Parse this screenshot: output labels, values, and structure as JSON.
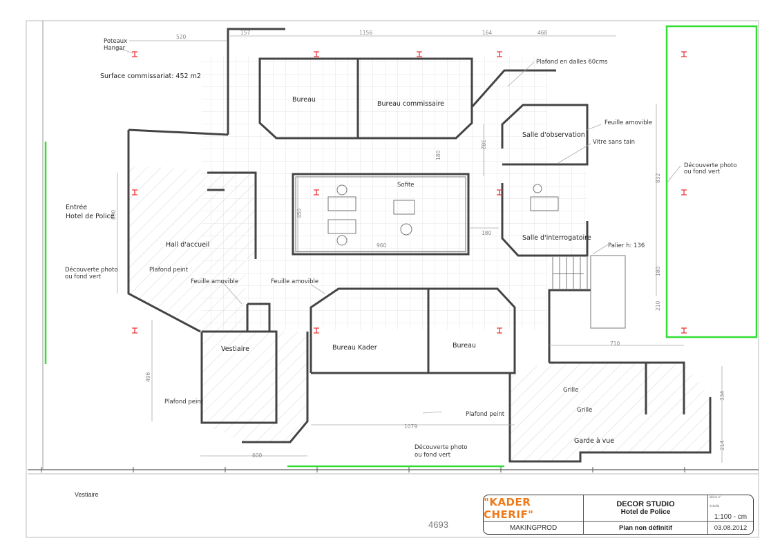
{
  "plan": {
    "rooms": {
      "bureau_top": "Bureau",
      "bureau_commissaire": "Bureau commissaire",
      "salle_observation": "Salle d'observation",
      "salle_interrogatoire": "Salle d'interrogatoire",
      "hall": "Hall d'accueil",
      "vestiaire": "Vestiaire",
      "bureau_kader": "Bureau Kader",
      "bureau_bottom": "Bureau",
      "garde_a_vue": "Garde à vue",
      "entree": "Entrée\nHotel de Police"
    },
    "annotations": {
      "poteaux": [
        "Poteaux",
        "Hangar"
      ],
      "surface": "Surface commissariat: 452 m2",
      "plafond_dalles": "Plafond en dalles 60cms",
      "feuille_amovible_1": "Feuille amovible",
      "vitre": "Vitre sans tain",
      "decouverte_right": [
        "Découverte photo",
        "ou fond vert"
      ],
      "decouverte_left": [
        "Découverte photo",
        "ou fond vert"
      ],
      "decouverte_bottom": [
        "Découverte photo",
        "ou fond vert"
      ],
      "sofite": "Sofite",
      "palier": "Palier h: 136",
      "plafond_peint_hall": "Plafond peint",
      "feuille_amovible_hall": "Feuille amovible",
      "feuille_amovible_center": "Feuille amovible",
      "plafond_peint_vestiaire": "Plafond peint",
      "plafond_peint_garde": "Plafond peint",
      "grille_1": "Grille",
      "grille_2": "Grille",
      "entree_1": "Entrée",
      "entree_2": "Hotel de Police"
    },
    "dimensions": {
      "d520": "520",
      "d157": "157",
      "d1156": "1156",
      "d164": "164",
      "d468": "468",
      "d382": "382",
      "d180a": "180",
      "d450": "450",
      "d960": "960",
      "d180b": "180",
      "d890": "890",
      "d832": "832",
      "d180c": "180",
      "d210": "210",
      "d710": "710",
      "d496": "496",
      "d1079": "1079",
      "d600": "600",
      "d334": "334",
      "d214": "214"
    },
    "colors": {
      "column": "#e33333",
      "green_screen": "#33dd33",
      "logo": "#f07a1a"
    }
  },
  "title_block": {
    "logo": "\"KADER CHERIF\"",
    "producer": "MAKINGPROD",
    "studio": "DECOR STUDIO",
    "project": "Hotel de Police",
    "status": "Plan non définitif",
    "decor_label": "décor n°",
    "scale_label": "échelle",
    "scale": "1:100 - cm",
    "date": "03.08.2012"
  },
  "sheet_number": "4693",
  "bottom_label": "Vestiaire"
}
